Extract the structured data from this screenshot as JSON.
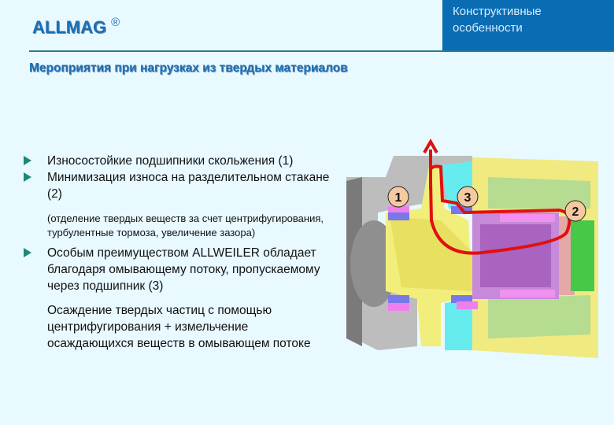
{
  "header": {
    "brand": "ALLMAG",
    "registered_mark": "®",
    "section_label_line1": "Конструктивные",
    "section_label_line2": "особенности",
    "subtitle": "Мероприятия при нагрузках из твердых материалов"
  },
  "content": {
    "bullets": [
      {
        "text": "Износостойкие подшипники скольжения (1)"
      },
      {
        "text": "Минимизация износа на разделительном стакане (2)"
      },
      {
        "text": "Особым преимуществом ALLWEILER обладает благодаря омывающему потоку, пропускаемому через подшипник (3)"
      }
    ],
    "note": "(отделение твердых веществ за счет центрифугирования, турбулентные тормоза, увеличение зазора)",
    "paragraph": "Осаждение твердых частиц с помощью центрифугирования + измельчение осаждающихся веществ в омывающем потоке"
  },
  "diagram": {
    "labels": [
      "1",
      "3",
      "2"
    ],
    "flow_color": "#e01010",
    "label_fill": "#f7c9a0"
  },
  "colors": {
    "background": "#e8f9ff",
    "accent": "#0a6db3",
    "title": "#1a6fb3",
    "bullet": "#1a8a78"
  }
}
